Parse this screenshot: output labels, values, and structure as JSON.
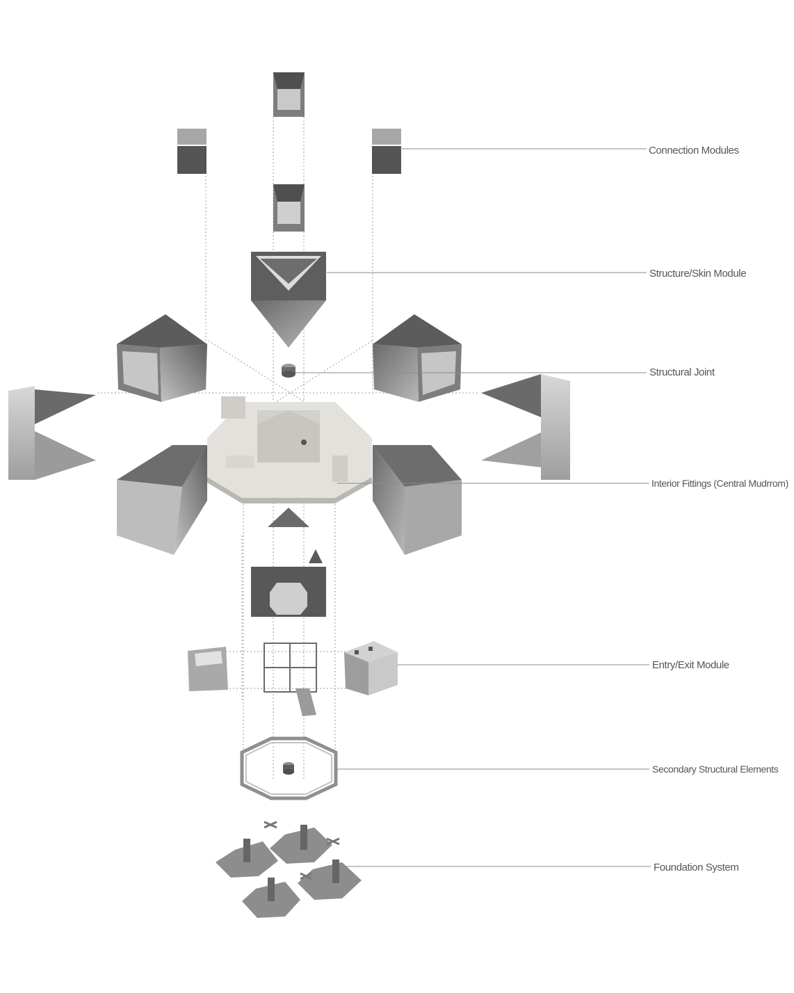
{
  "labels": {
    "connection_modules": "Connection Modules",
    "structure_skin_module": "Structure/Skin Module",
    "structural_joint": "Structural Joint",
    "interior_fittings": "Interior Fittings (Central Mudrrom)",
    "entry_exit_module": "Entry/Exit Module",
    "secondary_structural_elements": "Secondary Structural Elements",
    "foundation_system": "Foundation System"
  },
  "colors": {
    "dark": "#5a5a5a",
    "mid": "#8c8c8c",
    "light": "#b5b5b5",
    "pale": "#d4d4d4",
    "floor": "#e6e4df",
    "leader": "#8a8a8a",
    "text": "#555555"
  }
}
